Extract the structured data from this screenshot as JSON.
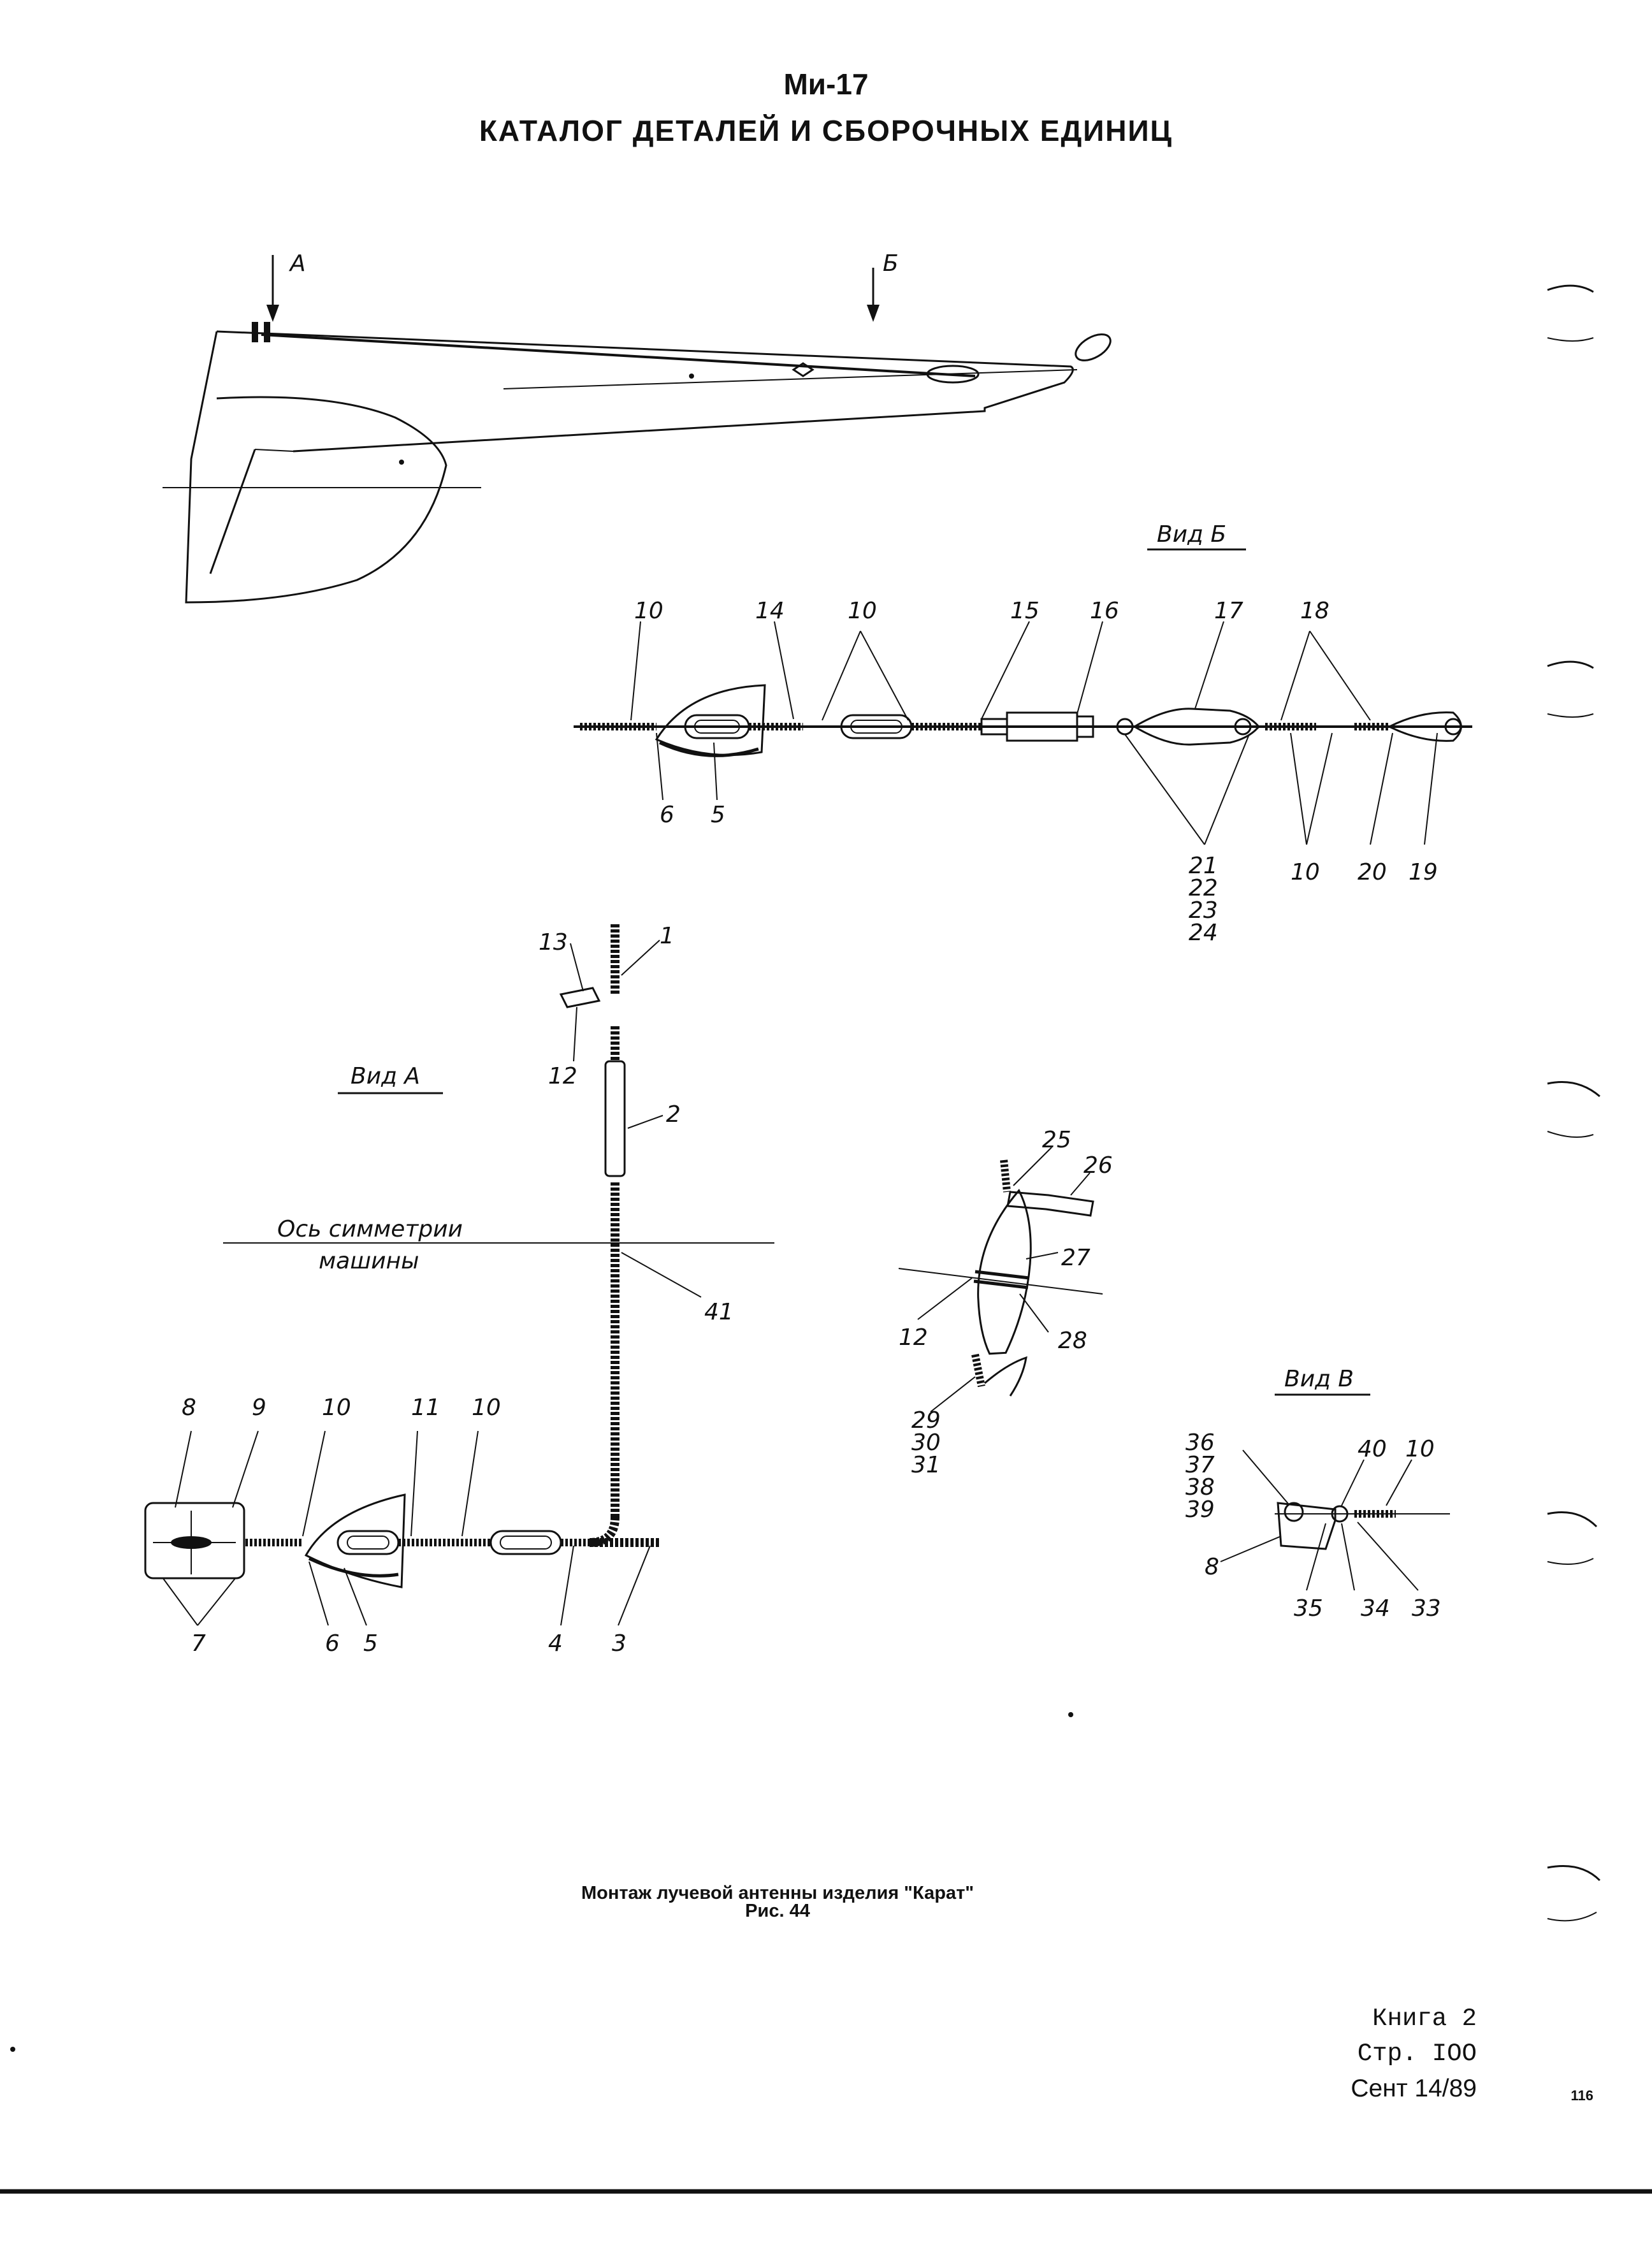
{
  "header": {
    "title": "Ми-17",
    "subtitle": "КАТАЛОГ ДЕТАЛЕЙ И СБОРОЧНЫХ ЕДИНИЦ"
  },
  "views": {
    "arrow_a": "А",
    "arrow_b": "Б",
    "view_b": "Вид Б",
    "view_a": "Вид А",
    "view_v": "Вид В",
    "axis_line1": "Ось симметрии",
    "axis_line2": "машины"
  },
  "labels_view_b": [
    "10",
    "14",
    "10",
    "15",
    "16",
    "17",
    "18",
    "6",
    "5",
    "21",
    "22",
    "23",
    "24",
    "10",
    "20",
    "19"
  ],
  "labels_view_a": [
    "13",
    "1",
    "12",
    "2",
    "41",
    "8",
    "9",
    "10",
    "11",
    "10",
    "7",
    "6",
    "5",
    "4",
    "3"
  ],
  "labels_insulator": [
    "25",
    "26",
    "27",
    "12",
    "28",
    "29",
    "30",
    "31"
  ],
  "labels_view_v": [
    "36",
    "37",
    "38",
    "39",
    "40",
    "10",
    "8",
    "35",
    "34",
    "33"
  ],
  "caption": {
    "line1": "Монтаж лучевой антенны изделия \"Карат\"",
    "line2": "Рис. 44"
  },
  "footer": {
    "book": "Книга 2",
    "page": "Стр. IOO",
    "date": "Сент 14/89",
    "sheet": "116"
  }
}
